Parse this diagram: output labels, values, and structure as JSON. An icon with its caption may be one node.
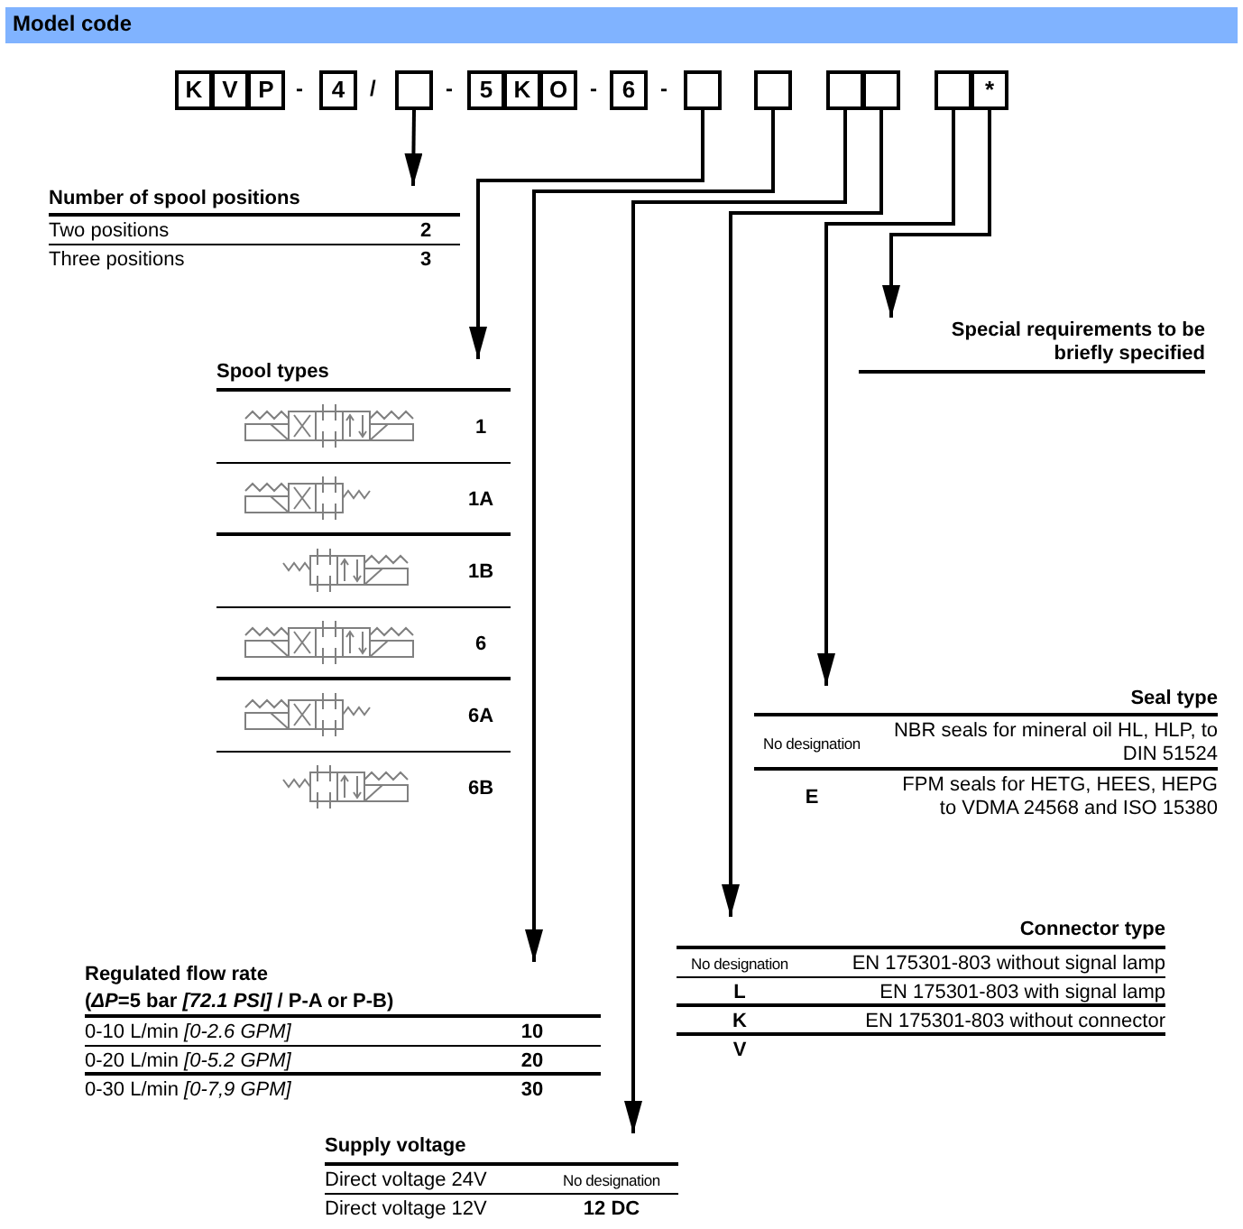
{
  "diagram": {
    "title": "Model code",
    "nodes": [
      {
        "text": [
          "K"
        ]
      },
      {
        "text": [
          "V"
        ]
      },
      {
        "text": [
          "P"
        ]
      },
      {
        "text": [
          "4"
        ]
      },
      {
        "text": [],
        "shape": "box"
      },
      {
        "text": [
          "5"
        ]
      },
      {
        "text": [
          "K"
        ]
      },
      {
        "text": [
          "O"
        ]
      },
      {
        "text": [
          "6"
        ]
      },
      {
        "text": [],
        "shape": "box"
      },
      {
        "text": [],
        "shape": "box"
      },
      {
        "text": [],
        "shape": "box"
      },
      {
        "text": [],
        "shape": "box"
      },
      {
        "text": [],
        "shape": "box"
      },
      {
        "text": [
          "*"
        ]
      },
      {
        "text": [
          "Number of spool positions",
          "Two positions",
          "2",
          "Three positions",
          "3"
        ]
      },
      {
        "text": [
          "Spool types",
          "1",
          "1A",
          "1B",
          "6",
          "6A",
          "6B"
        ]
      },
      {
        "text": [
          "Special requirements to be briefly specified"
        ]
      },
      {
        "text": [
          "Seal type",
          "No designation",
          "NBR seals for mineral oil HL, HLP, to DIN 51524",
          "E",
          "FPM seals for HETG, HEES, HEPG to VDMA 24568 and ISO 15380"
        ]
      },
      {
        "text": [
          "Connector type",
          "No designation",
          "EN 175301-803 without signal lamp",
          "L",
          "EN 175301-803 with signal lamp",
          "K",
          "EN 175301-803 without connector",
          "V"
        ]
      },
      {
        "text": [
          "Regulated flow rate",
          "(*ΔP*=5 bar *[72.1 PSI]* / P-A or P-B)",
          "0-10 L/min *[0-2.6 GPM]*",
          "10",
          "0-20 L/min *[0-5.2 GPM]*",
          "20",
          "0-30 L/min *[0-7,9 GPM]*",
          "30"
        ]
      },
      {
        "text": [
          "Supply voltage",
          "Direct voltage 24V",
          "No designation",
          "Direct voltage 12V",
          "12 DC"
        ]
      }
    ],
    "edges": [
      {
        "from": 4,
        "to": 15,
        "arrow": "to"
      },
      {
        "from": 9,
        "to": 16,
        "arrow": "to"
      },
      {
        "from": 10,
        "to": 20,
        "arrow": "to"
      },
      {
        "from": 11,
        "to": 21,
        "arrow": "to"
      },
      {
        "from": 12,
        "to": 19,
        "arrow": "to"
      },
      {
        "from": 13,
        "to": 18,
        "arrow": "to"
      },
      {
        "from": 14,
        "to": 17,
        "arrow": "to"
      }
    ],
    "labels": [
      "-",
      "/",
      "-",
      "-",
      "-"
    ]
  }
}
